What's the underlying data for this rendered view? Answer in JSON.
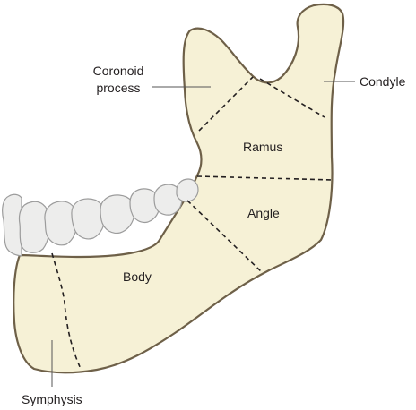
{
  "diagram": {
    "labels": {
      "coronoid_line1": "Coronoid",
      "coronoid_line2": "process",
      "condyle": "Condyle",
      "ramus": "Ramus",
      "angle": "Angle",
      "body": "Body",
      "symphysis": "Symphysis"
    },
    "colors": {
      "bone_fill": "#f6f1d6",
      "outline": "#6e6048",
      "divider": "#231f20",
      "tooth_fill": "#ededec",
      "tooth_outline": "#9c9c9c",
      "label_text": "#231f20",
      "leader": "#555555"
    }
  }
}
